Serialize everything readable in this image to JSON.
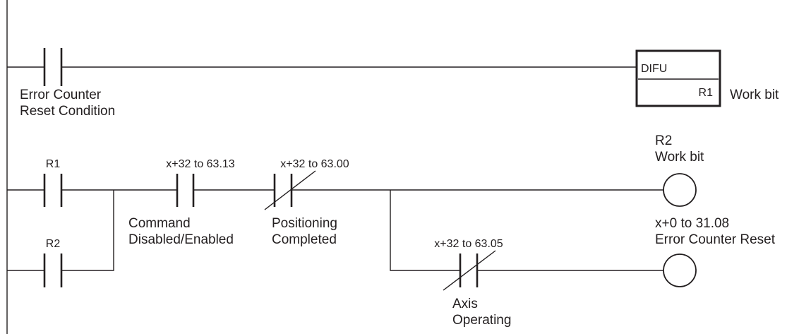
{
  "rung1": {
    "input_contact": {
      "label_line1": "Error Counter",
      "label_line2": "Reset Condition"
    },
    "instruction": {
      "name": "DIFU",
      "operand": "R1",
      "note": "Work bit"
    }
  },
  "rung2": {
    "contact_r1": {
      "label": "R1"
    },
    "contact_r2": {
      "label": "R2"
    },
    "contact_command": {
      "address": "x+32 to 63.13",
      "label_line1": "Command",
      "label_line2": "Disabled/Enabled"
    },
    "contact_positioning": {
      "address": "x+32 to 63.00",
      "label_line1": "Positioning",
      "label_line2": "Completed"
    },
    "coil_r2": {
      "label_line1": "R2",
      "label_line2": "Work bit"
    },
    "contact_axis": {
      "address": "x+32 to 63.05",
      "label_line1": "Axis",
      "label_line2": "Operating"
    },
    "coil_reset": {
      "label_line1": "x+0 to 31.08",
      "label_line2": "Error Counter Reset"
    }
  }
}
